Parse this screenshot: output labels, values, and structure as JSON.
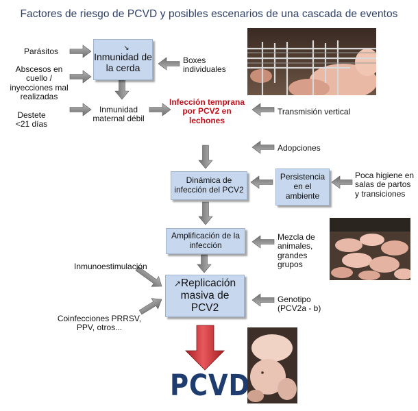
{
  "title": "Factores de riesgo de PCVD y posibles escenarios de una cascada de eventos",
  "boxes": {
    "inmunidad_cerda": "Inmunidad de la cerda",
    "inmunidad_arrow_glyph": "↘",
    "dinamica": "Dinámica de infección del PCV2",
    "persistencia": "Persistencia en el ambiente",
    "amplificacion": "Amplificación de la infección",
    "replicacion": "Replicación masiva de PCV2",
    "replicacion_arrow_glyph": "↗"
  },
  "labels": {
    "parasitos": "Parásitos",
    "abscesos": "Abscesos en cuello / inyecciones mal realizadas",
    "destete": "Destete <21 días",
    "boxes_individuales": "Boxes individuales",
    "inmunidad_maternal": "Inmunidad maternal débil",
    "infeccion_temprana": "Infección temprana por PCV2 en lechones",
    "transmision_vertical": "Transmisión vertical",
    "adopciones": "Adopciones",
    "poca_higiene": "Poca higiene en salas de partos y transiciones",
    "mezcla": "Mezcla de animales, grandes grupos",
    "inmunoestimulacion": "Inmunoestimulación",
    "coinfecciones": "Coinfecciones PRRSV, PPV, otros...",
    "genotipo": "Genotipo (PCV2a - b)"
  },
  "outcome": "PCVD",
  "colors": {
    "box_fill": "#c6d7ee",
    "title": "#2e3f66",
    "highlight_red": "#c0111a",
    "outcome_blue": "#1f3c6e",
    "arrow_gray": "#8c8c8c",
    "big_arrow_red": "#c4262b"
  },
  "images": [
    {
      "name": "sows-in-crates-photo"
    },
    {
      "name": "piglets-group-photo"
    },
    {
      "name": "sick-piglet-photo"
    }
  ]
}
